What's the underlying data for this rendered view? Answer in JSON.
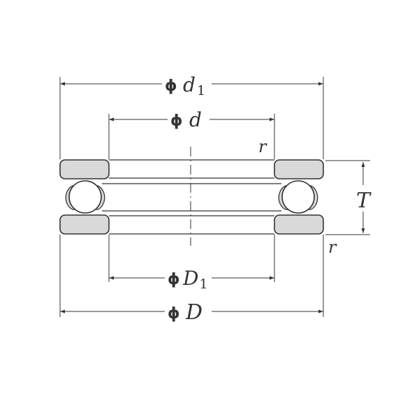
{
  "drawing": {
    "phi_symbol": "ϕ",
    "labels": {
      "d1_main": "d",
      "d1_sub": "1",
      "d": "d",
      "D1_main": "D",
      "D1_sub": "1",
      "D": "D",
      "T": "T",
      "r_top": "r",
      "r_bottom": "r"
    },
    "colors": {
      "line": "#333333",
      "washer_fill": "#d9d9d9",
      "ball_fill": "#ffffff",
      "background": "#ffffff"
    }
  }
}
